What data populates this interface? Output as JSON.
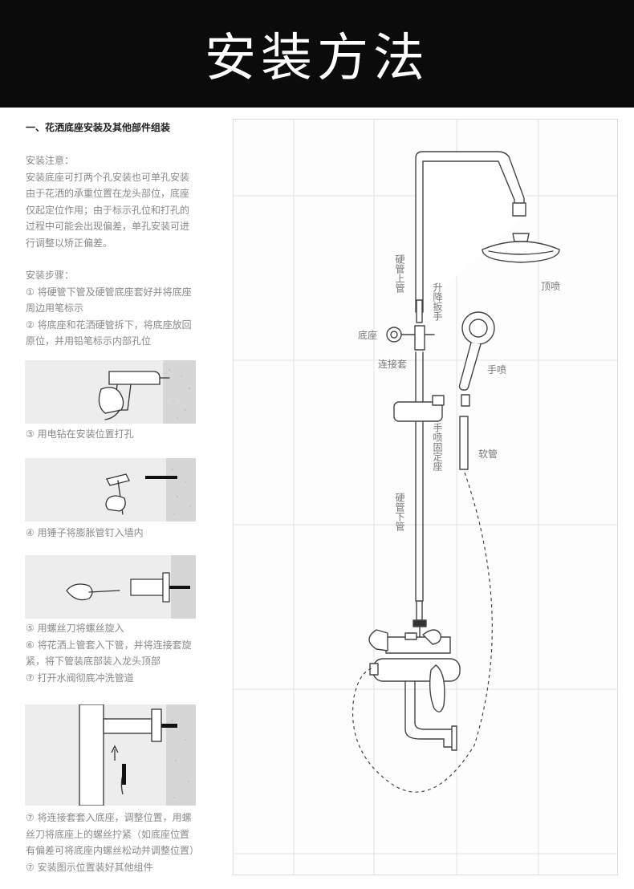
{
  "banner": {
    "title": "安装方法"
  },
  "section": {
    "title": "一、花洒底座安装及其他部件组装"
  },
  "notes": {
    "lines": [
      "安装注意：",
      "安装底座可打两个孔安装也可单孔安装",
      "由于花洒的承重位置在龙头部位，底座",
      "仅起定位作用；由于标示孔位和打孔的",
      "过程中可能会出现偏差，单孔安装可进",
      "行调整以矫正偏差。"
    ]
  },
  "steps": {
    "lines": [
      "安装步骤：",
      "① 将硬管下管及硬管底座套好并将底座",
      "周边用笔标示",
      "② 将底座和花洒硬管拆下，将底座放回",
      "原位，并用铅笔标示内部孔位"
    ]
  },
  "captions": {
    "drill": "③ 用电钻在安装位置打孔",
    "hammer": "④ 用锤子将膨胀管钉入墙内",
    "screw_lines": [
      "⑤ 用螺丝刀将螺丝旋入",
      "⑥ 将花洒上管套入下管，并将连接套旋",
      "紧，将下管装底部装入龙头顶部",
      "⑦ 打开水阀彻底冲洗管道"
    ],
    "final_lines": [
      "⑦ 将连接套套入底座，调整位置，用螺",
      "丝刀将底座上的螺丝拧紧（如底座位置",
      "有偏差可将底座内螺丝松动并调整位置）",
      "⑦ 安装图示位置装好其他组件"
    ]
  },
  "diagram": {
    "labels": {
      "upper_pipe": "硬管上管",
      "lift_wrench": "升降扳手",
      "top_spray": "顶喷",
      "base": "底座",
      "connector": "连接套",
      "hand_shower": "手喷",
      "hand_holder": "手喷固定座",
      "hose": "软管",
      "lower_pipe": "硬管下管"
    }
  }
}
